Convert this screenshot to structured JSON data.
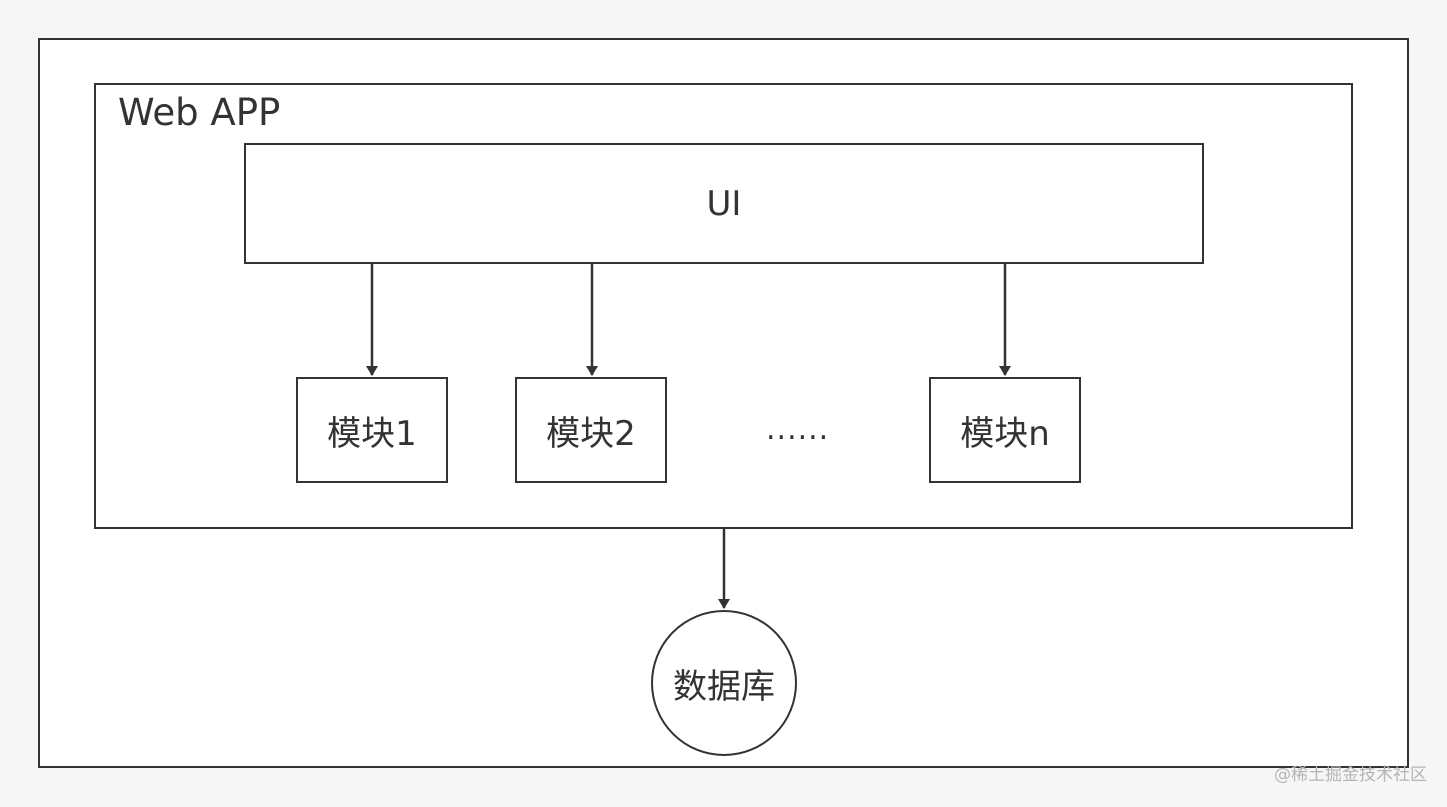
{
  "diagram": {
    "container_label": "Web APP",
    "ui_label": "UI",
    "modules": [
      {
        "label": "模块1"
      },
      {
        "label": "模块2"
      },
      {
        "label": "模块n"
      }
    ],
    "ellipsis": "......",
    "database_label": "数据库"
  },
  "watermark": "@稀土掘金技术社区",
  "colors": {
    "stroke": "#333333",
    "background": "#f6f6f6",
    "watermark": "#b5b5b5"
  }
}
